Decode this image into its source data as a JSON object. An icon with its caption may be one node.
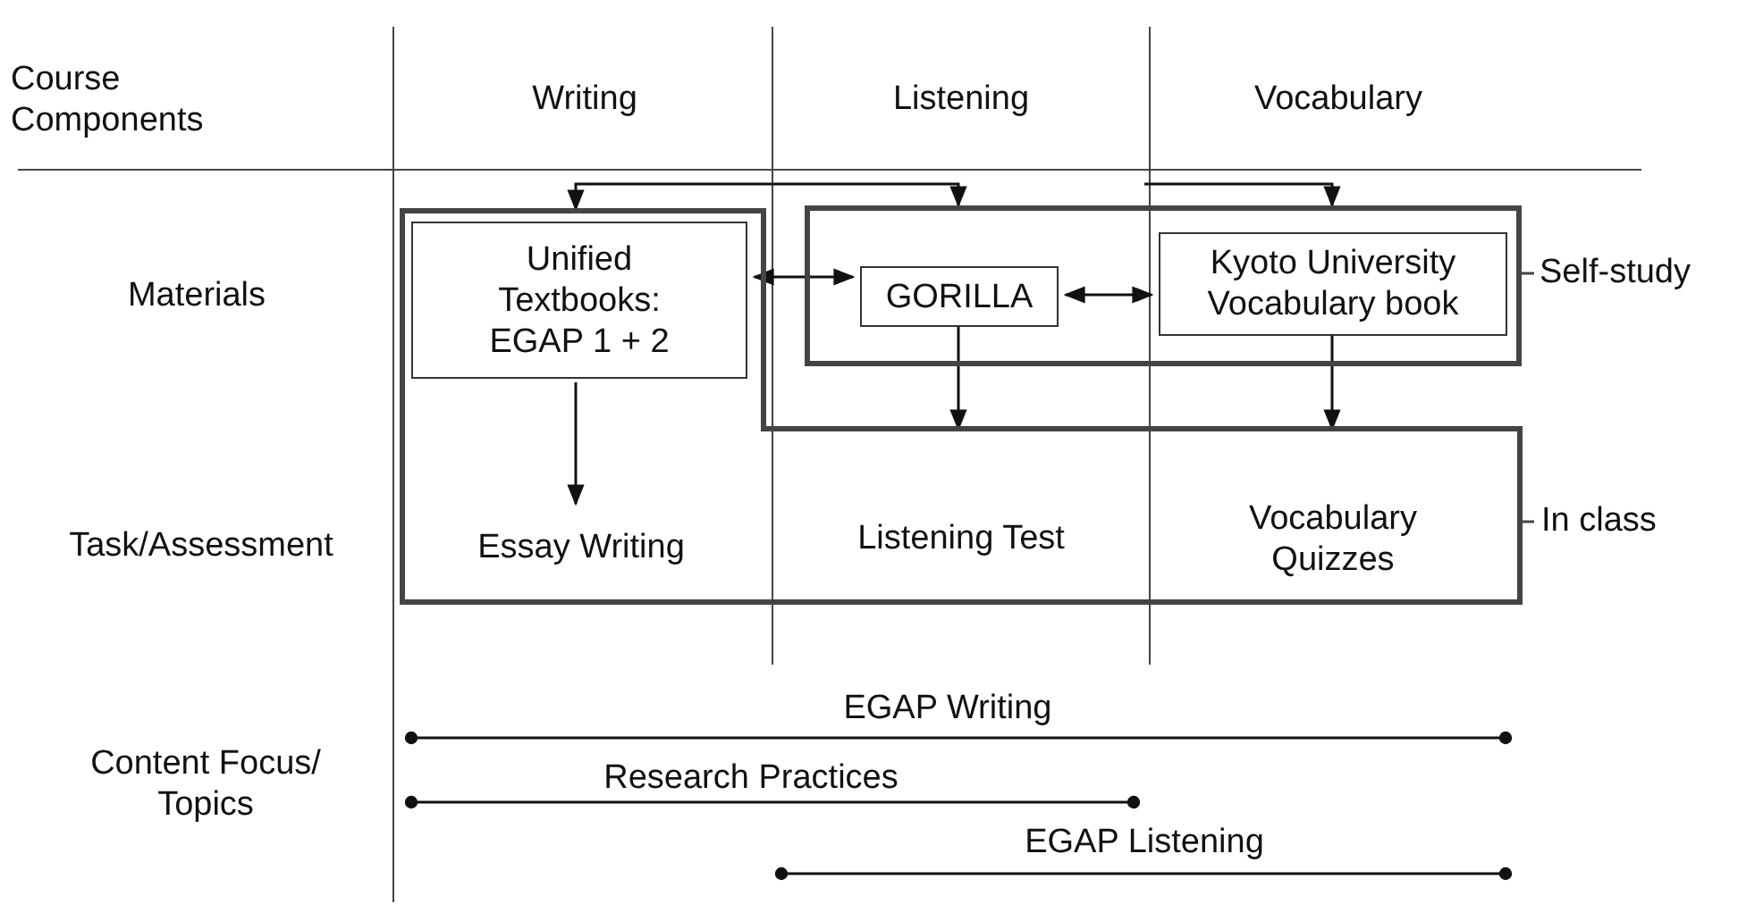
{
  "diagram": {
    "nodes": [
      {
        "text": [
          "In class"
        ]
      },
      {
        "text": [
          "Unified Textbooks: EGAP 1 + 2"
        ],
        "in": 0
      },
      {
        "text": [
          "Self-study"
        ]
      },
      {
        "text": [
          "GORILLA"
        ],
        "in": 2
      },
      {
        "text": [
          "Kyoto University Vocabulary book"
        ],
        "in": 2
      },
      {
        "text": [
          "Essay Writing"
        ],
        "in": 0
      },
      {
        "text": [
          "Listening Test"
        ],
        "in": 0
      },
      {
        "text": [
          "Vocabulary Quizzes"
        ],
        "in": 0
      }
    ],
    "edges": [
      {
        "from": null,
        "to": 0,
        "arrow": "to"
      },
      {
        "from": null,
        "to": 2,
        "arrow": "to"
      },
      {
        "from": null,
        "to": 2,
        "arrow": "to"
      },
      {
        "from": 1,
        "to": 3,
        "arrow": "both"
      },
      {
        "from": 3,
        "to": 4,
        "arrow": "both"
      },
      {
        "from": 1,
        "to": 5,
        "arrow": "to"
      },
      {
        "from": 3,
        "to": 6,
        "arrow": "to"
      },
      {
        "from": 4,
        "to": 7,
        "arrow": "to"
      }
    ],
    "labels": [
      "Course Components",
      "Writing",
      "Listening",
      "Vocabulary",
      "Materials",
      "Task/Assessment",
      "Content Focus/ Topics",
      "EGAP Writing",
      "Research Practices",
      "EGAP Listening"
    ]
  }
}
